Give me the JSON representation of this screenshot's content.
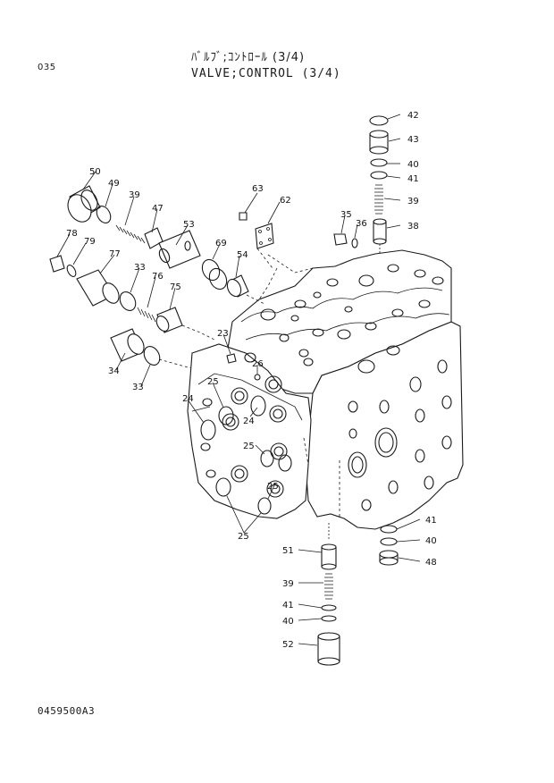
{
  "page_number": "035",
  "title_jp": "ﾊﾞﾙﾌﾞ;ｺﾝﾄﾛｰﾙ (3/4)",
  "title_en": "VALVE;CONTROL (3/4)",
  "drawing_code": "0459500A3",
  "callouts": [
    {
      "id": "c42",
      "text": "42"
    },
    {
      "id": "c43",
      "text": "43"
    },
    {
      "id": "c40a",
      "text": "40"
    },
    {
      "id": "c41a",
      "text": "41"
    },
    {
      "id": "c39a",
      "text": "39"
    },
    {
      "id": "c38",
      "text": "38"
    },
    {
      "id": "c36",
      "text": "36"
    },
    {
      "id": "c35",
      "text": "35"
    },
    {
      "id": "c63",
      "text": "63"
    },
    {
      "id": "c62",
      "text": "62"
    },
    {
      "id": "c50",
      "text": "50"
    },
    {
      "id": "c49",
      "text": "49"
    },
    {
      "id": "c39b",
      "text": "39"
    },
    {
      "id": "c47",
      "text": "47"
    },
    {
      "id": "c53",
      "text": "53"
    },
    {
      "id": "c78",
      "text": "78"
    },
    {
      "id": "c79",
      "text": "79"
    },
    {
      "id": "c77",
      "text": "77"
    },
    {
      "id": "c69",
      "text": "69"
    },
    {
      "id": "c54",
      "text": "54"
    },
    {
      "id": "c33a",
      "text": "33"
    },
    {
      "id": "c76",
      "text": "76"
    },
    {
      "id": "c75",
      "text": "75"
    },
    {
      "id": "c23",
      "text": "23"
    },
    {
      "id": "c26",
      "text": "26"
    },
    {
      "id": "c34",
      "text": "34"
    },
    {
      "id": "c33b",
      "text": "33"
    },
    {
      "id": "c25a",
      "text": "25"
    },
    {
      "id": "c24a",
      "text": "24"
    },
    {
      "id": "c24b",
      "text": "24"
    },
    {
      "id": "c25b",
      "text": "25"
    },
    {
      "id": "c25c",
      "text": "25"
    },
    {
      "id": "c25d",
      "text": "25"
    },
    {
      "id": "c41b",
      "text": "41"
    },
    {
      "id": "c40b",
      "text": "40"
    },
    {
      "id": "c48",
      "text": "48"
    },
    {
      "id": "c51",
      "text": "51"
    },
    {
      "id": "c39c",
      "text": "39"
    },
    {
      "id": "c41c",
      "text": "41"
    },
    {
      "id": "c40c",
      "text": "40"
    },
    {
      "id": "c52",
      "text": "52"
    }
  ]
}
